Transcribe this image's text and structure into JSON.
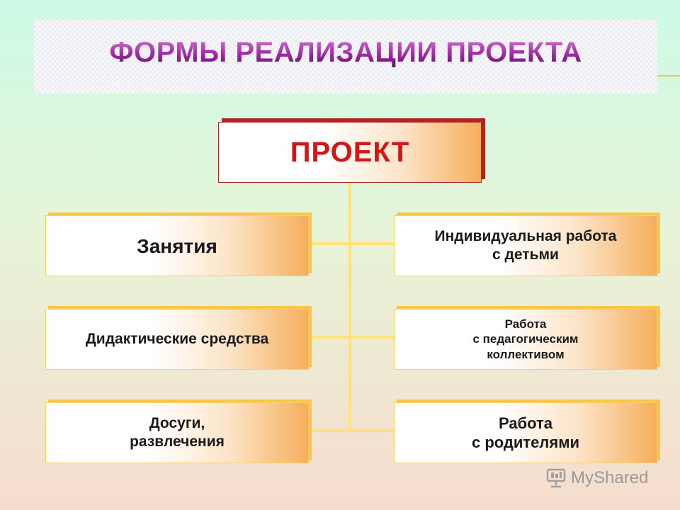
{
  "title": "Формы реализации проекта",
  "root": {
    "label": "ПРОЕКТ"
  },
  "left": [
    {
      "label": "Занятия"
    },
    {
      "label": "Дидактические средства"
    },
    {
      "label": "Досуги,\nразвлечения"
    }
  ],
  "right": [
    {
      "label": "Индивидуальная работа\nс детьми"
    },
    {
      "label": "Работа\nс педагогическим\nколлективом"
    },
    {
      "label": "Работа\nс родителями"
    }
  ],
  "watermark": {
    "text": "MyShared",
    "icon": "projector-screen-icon"
  },
  "colors": {
    "title_purple": "#9e2aa0",
    "project_red": "#d01818",
    "box_shadow_orange": "#f7c64a",
    "connector_yellow": "#ffe37a"
  }
}
